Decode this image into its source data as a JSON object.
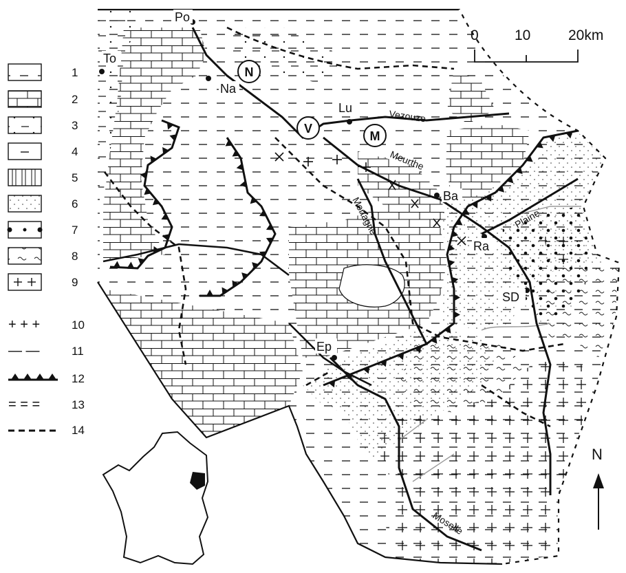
{
  "legend": {
    "items": [
      {
        "num": "1",
        "pattern": "dash"
      },
      {
        "num": "2",
        "pattern": "brick"
      },
      {
        "num": "3",
        "pattern": "dot-dash"
      },
      {
        "num": "4",
        "pattern": "single-dash"
      },
      {
        "num": "5",
        "pattern": "bars"
      },
      {
        "num": "6",
        "pattern": "fine-dots"
      },
      {
        "num": "7",
        "pattern": "big-dots"
      },
      {
        "num": "8",
        "pattern": "waves"
      },
      {
        "num": "9",
        "pattern": "crosses"
      }
    ],
    "lines": [
      {
        "num": "10",
        "symbol": "+ + +"
      },
      {
        "num": "11",
        "symbol": "— —"
      },
      {
        "num": "12",
        "style": "thrust-teeth"
      },
      {
        "num": "13",
        "symbol": "= = ="
      },
      {
        "num": "14",
        "style": "short-dash"
      }
    ]
  },
  "scale": {
    "ticks": [
      "0",
      "10",
      "20km"
    ]
  },
  "north": "N",
  "places": [
    {
      "id": "po",
      "label": "Po"
    },
    {
      "id": "to",
      "label": "To"
    },
    {
      "id": "na",
      "label": "Na"
    },
    {
      "id": "lu",
      "label": "Lu"
    },
    {
      "id": "ba",
      "label": "Ba"
    },
    {
      "id": "ra",
      "label": "Ra"
    },
    {
      "id": "sd",
      "label": "SD"
    },
    {
      "id": "ep",
      "label": "Ep"
    }
  ],
  "rivers": [
    "Vezouze",
    "Meurthe",
    "Mortagne",
    "Plaine",
    "Moselle"
  ],
  "circled": [
    "N",
    "V",
    "M"
  ],
  "colors": {
    "ink": "#111111",
    "paper": "#ffffff",
    "grey_line": "#9a9a9a"
  }
}
